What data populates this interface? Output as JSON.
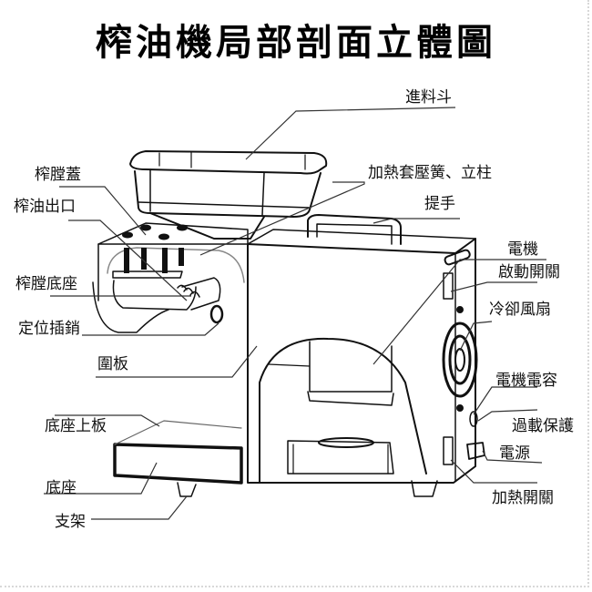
{
  "title": "榨油機局部剖面立體圖",
  "labels": {
    "hopper": "進料斗",
    "press_cover": "榨膛蓋",
    "oil_outlet": "榨油出口",
    "heating_sleeve": "加熱套壓簧、立柱",
    "handle": "提手",
    "motor": "電機",
    "start_switch": "啟動開關",
    "press_base": "榨膛底座",
    "cooling_fan": "冷卻風扇",
    "locating_pin": "定位插銷",
    "enclosure_panel": "圍板",
    "motor_capacitor": "電機電容",
    "base_top_plate": "底座上板",
    "overload_protection": "過載保護",
    "power_socket": "電源",
    "base": "底座",
    "heating_switch": "加熱開關",
    "stand": "支架"
  },
  "colors": {
    "line": "#111111",
    "leader": "#333333",
    "text": "#111111"
  }
}
